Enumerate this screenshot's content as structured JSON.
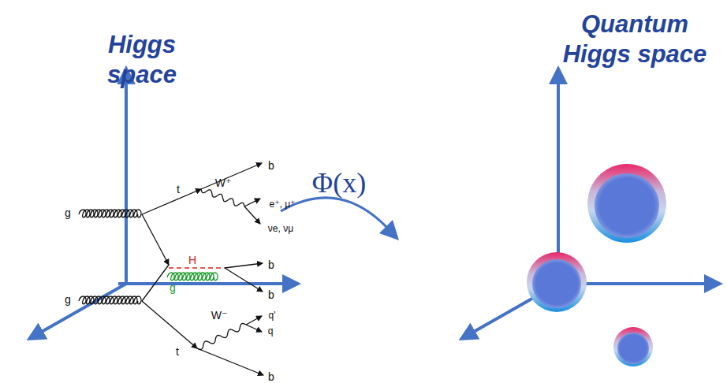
{
  "diagram": {
    "labels": [
      "Higgs space",
      "Quantum Higgs space",
      "Φ(x)",
      "g",
      "t",
      "W⁺",
      "b",
      "e⁺, μ⁺",
      "νe, νμ",
      "H",
      "b",
      "b",
      "g",
      "g",
      "t",
      "W⁻",
      "q'",
      "q",
      "b"
    ]
  }
}
